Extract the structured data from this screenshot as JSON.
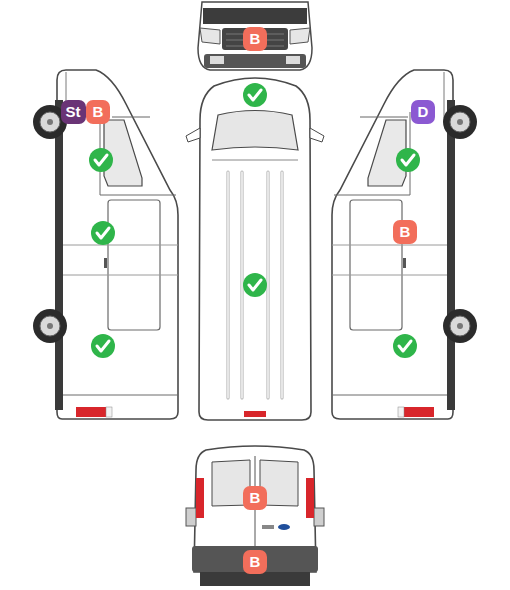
{
  "diagram": {
    "nodes": [
      {
        "text": [
          "B"
        ]
      },
      {
        "text": [
          "St"
        ]
      },
      {
        "text": [
          "B"
        ]
      },
      {
        "text": [
          "D"
        ]
      },
      {
        "text": [
          "B"
        ]
      },
      {
        "text": [
          "B"
        ]
      },
      {
        "text": [
          "B"
        ]
      }
    ]
  }
}
